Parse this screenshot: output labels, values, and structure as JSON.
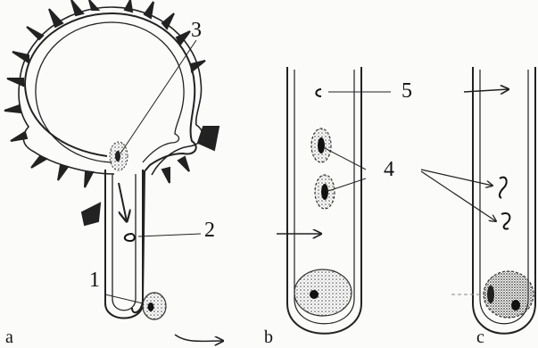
{
  "panels": {
    "a": "a",
    "b": "b",
    "c": "c"
  },
  "callouts": {
    "n1": "1",
    "n2": "2",
    "n3": "3",
    "n4": "4",
    "n5": "5"
  }
}
